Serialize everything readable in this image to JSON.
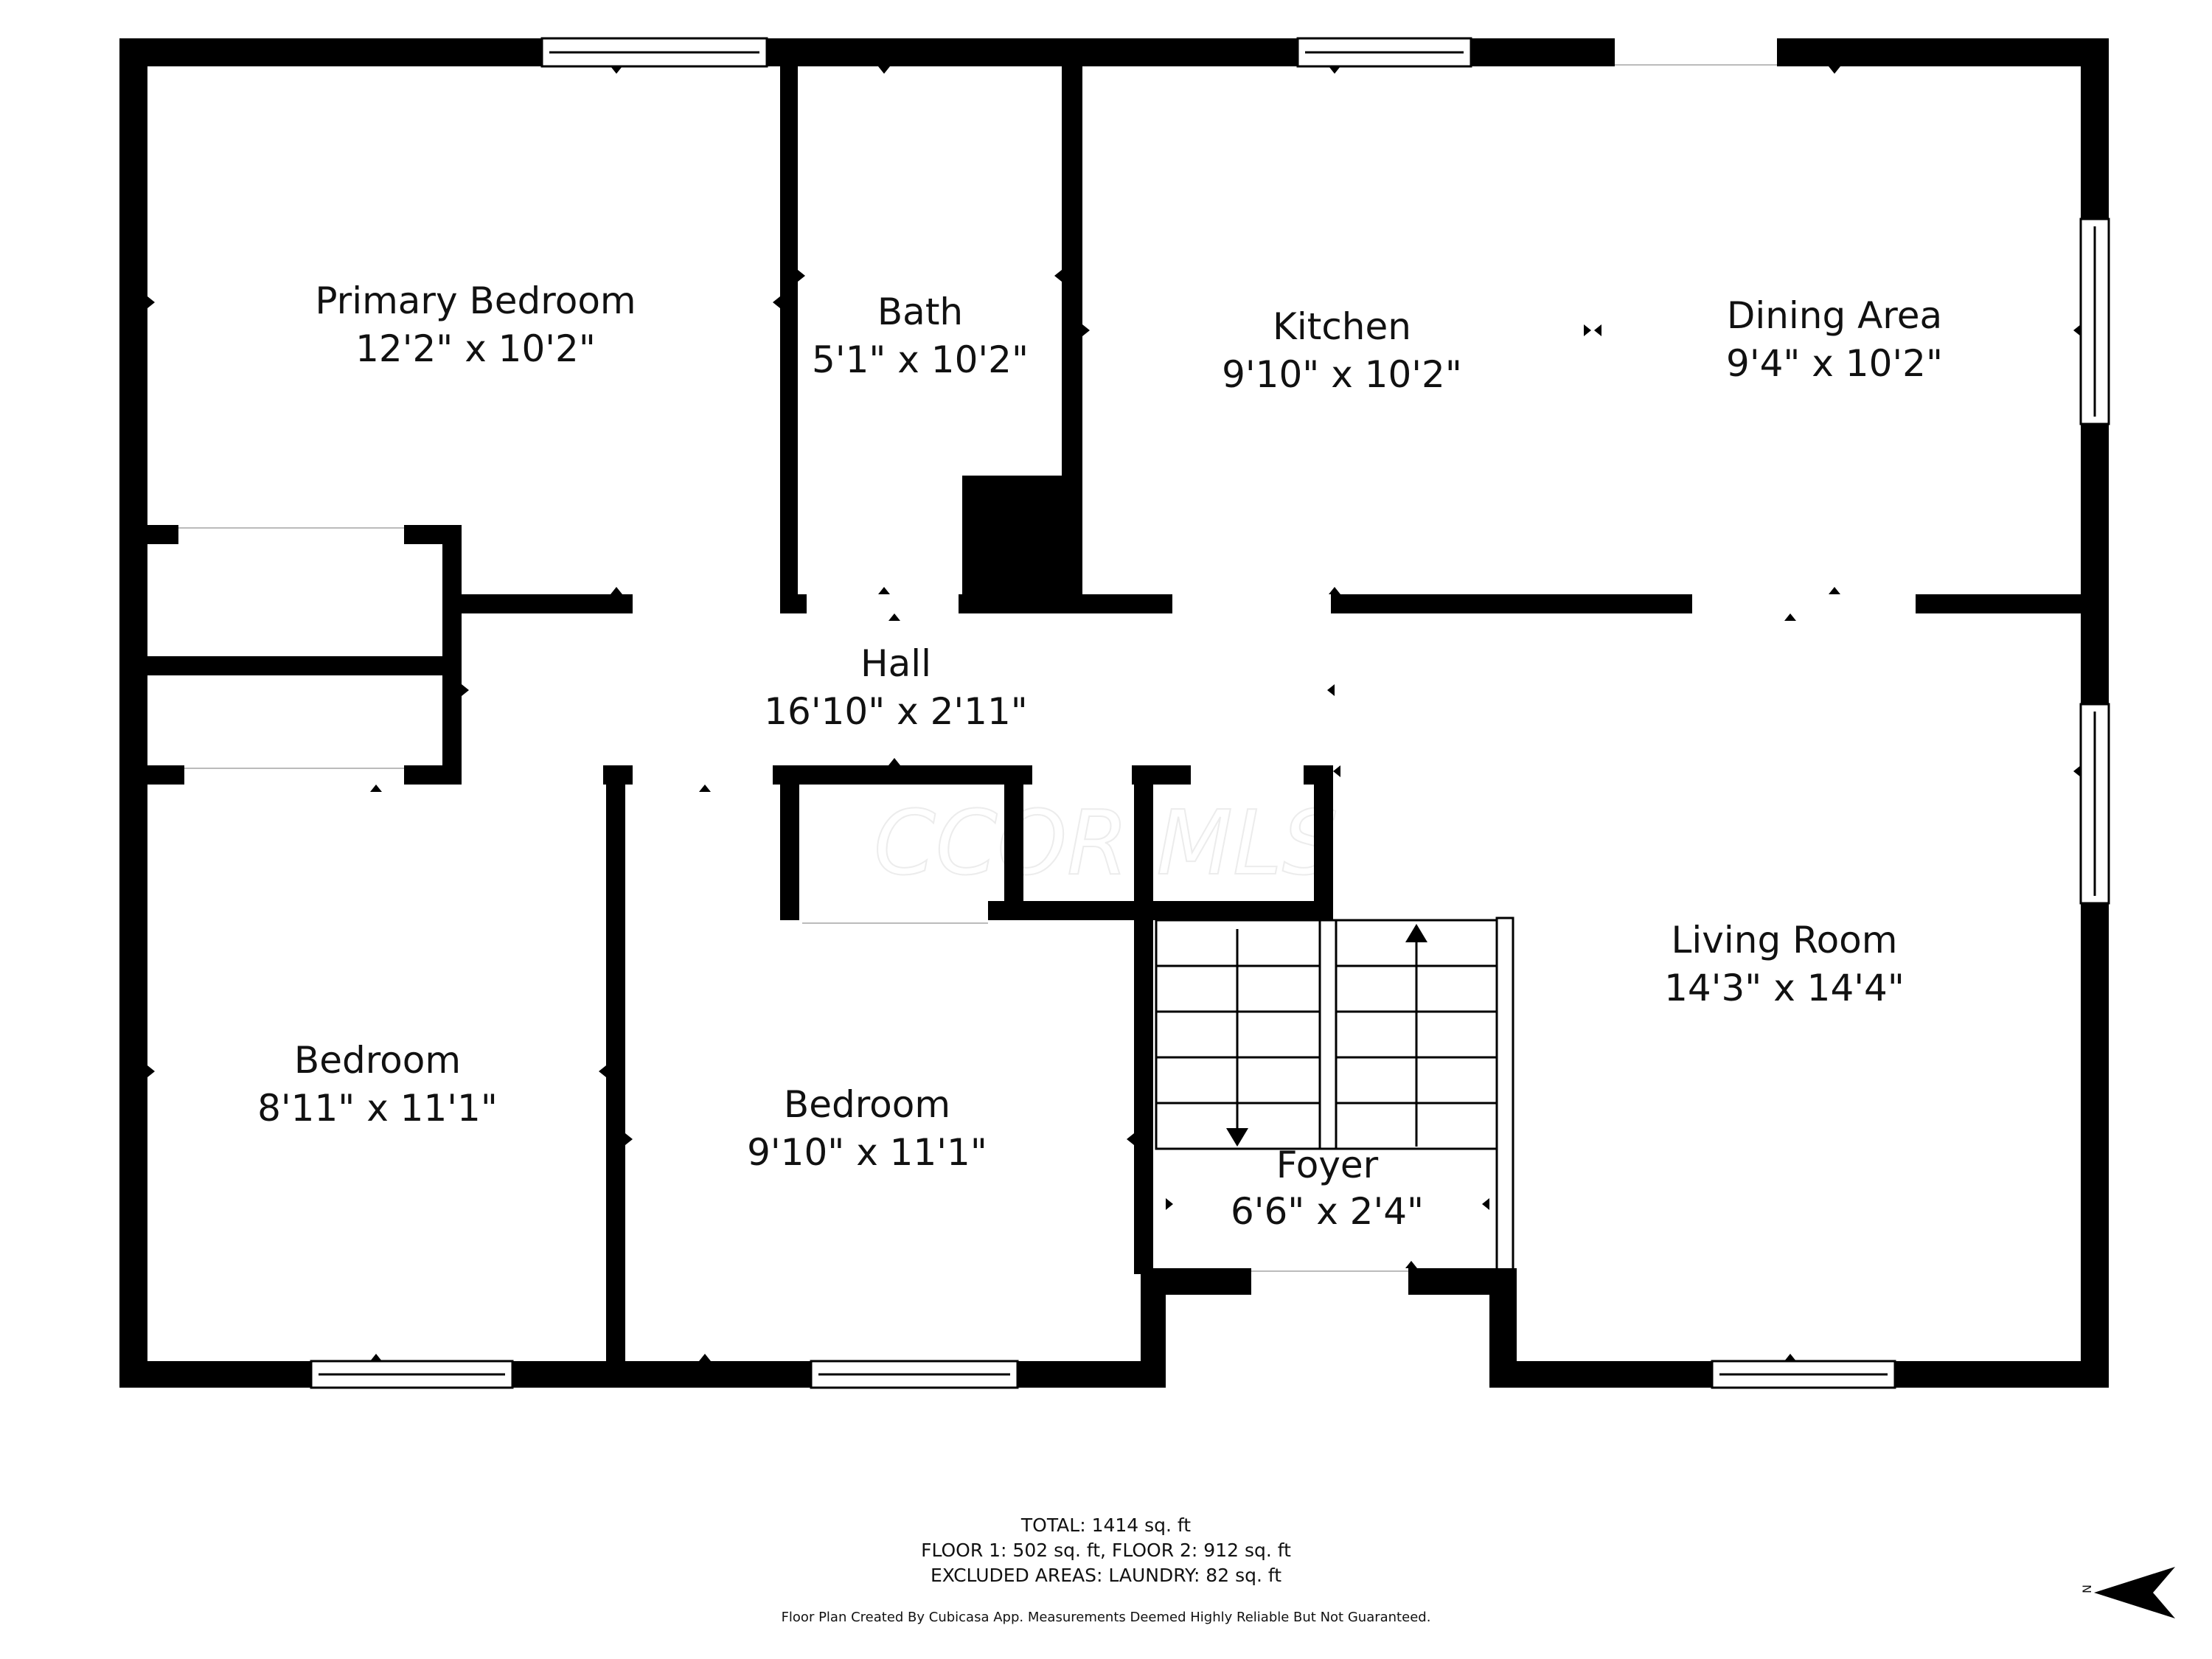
{
  "rooms": {
    "primary_bedroom": {
      "name": "Primary Bedroom",
      "dims": "12'2\" x 10'2\""
    },
    "bath": {
      "name": "Bath",
      "dims": "5'1\" x 10'2\""
    },
    "kitchen": {
      "name": "Kitchen",
      "dims": "9'10\" x 10'2\""
    },
    "dining_area": {
      "name": "Dining Area",
      "dims": "9'4\" x 10'2\""
    },
    "hall": {
      "name": "Hall",
      "dims": "16'10\" x 2'11\""
    },
    "living_room": {
      "name": "Living Room",
      "dims": "14'3\" x 14'4\""
    },
    "bedroom_left": {
      "name": "Bedroom",
      "dims": "8'11\" x 11'1\""
    },
    "bedroom_center": {
      "name": "Bedroom",
      "dims": "9'10\" x 11'1\""
    },
    "foyer": {
      "name": "Foyer",
      "dims": "6'6\" x 2'4\""
    }
  },
  "watermark": "CCOR MLS",
  "totals": {
    "total": "TOTAL: 1414 sq. ft",
    "floors": "FLOOR 1: 502 sq. ft, FLOOR 2: 912 sq. ft",
    "excluded": "EXCLUDED AREAS: LAUNDRY: 82 sq. ft"
  },
  "disclaimer": "Floor Plan Created By Cubicasa App. Measurements Deemed Highly Reliable But Not Guaranteed.",
  "compass": {
    "label": "N",
    "icon": "north-arrow-icon"
  }
}
